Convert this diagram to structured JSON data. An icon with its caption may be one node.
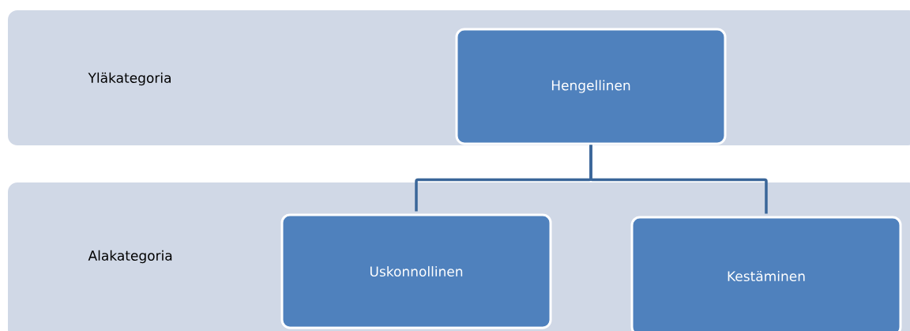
{
  "diagram": {
    "nodes": [
      {
        "text": [
          "Yläkategoria"
        ]
      },
      {
        "text": [
          "Hengellinen"
        ],
        "in": 0
      },
      {
        "text": [
          "Alakategoria"
        ]
      },
      {
        "text": [
          "Uskonnollinen"
        ],
        "in": 2
      },
      {
        "text": [
          "Kestäminen"
        ],
        "in": 2
      }
    ],
    "edges": [
      {
        "from": 1,
        "to": 3,
        "arrow": "none"
      },
      {
        "from": 1,
        "to": 4,
        "arrow": "none"
      }
    ]
  }
}
